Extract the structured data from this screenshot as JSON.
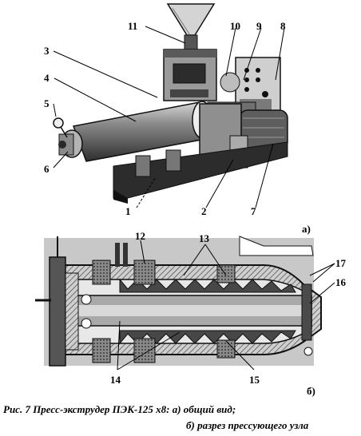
{
  "figure": {
    "part_labels": {
      "l1": "1",
      "l2": "2",
      "l3": "3",
      "l4": "4",
      "l5": "5",
      "l6": "6",
      "l7": "7",
      "l8": "8",
      "l9": "9",
      "l10": "10",
      "l11": "11",
      "l12": "12",
      "l13": "13",
      "l14": "14",
      "l15": "15",
      "l16": "16",
      "l17": "17"
    },
    "sub_a": "а)",
    "sub_b": "б)"
  },
  "caption": {
    "line1": "Рис. 7 Пресс-экструдер ПЭК-125 х8: а) общий вид;",
    "line2": "б) разрез прессующего узла"
  }
}
